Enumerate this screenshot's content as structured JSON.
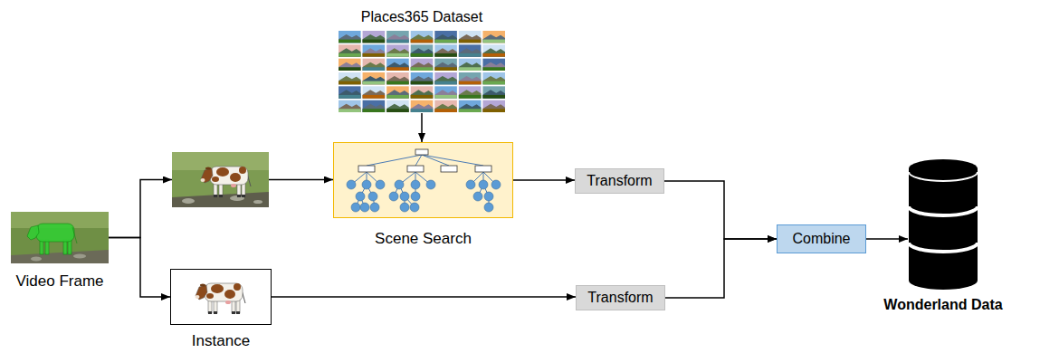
{
  "diagram": {
    "nodes": [
      {
        "text": [
          "Places365 Dataset"
        ]
      },
      {
        "text": [
          "Video Frame"
        ]
      },
      {
        "text": []
      },
      {
        "text": [
          "Scene Search"
        ]
      },
      {
        "text": [
          "Transform"
        ]
      },
      {
        "text": [
          "Instance"
        ]
      },
      {
        "text": [
          "Transform"
        ]
      },
      {
        "text": [
          "Combine"
        ]
      },
      {
        "text": [
          "Wonderland Data"
        ]
      }
    ],
    "edges": [
      {
        "from": 0,
        "to": 3,
        "arrow": "to"
      },
      {
        "from": 1,
        "to": 2,
        "arrow": "to"
      },
      {
        "from": 1,
        "to": 5,
        "arrow": "to"
      },
      {
        "from": 2,
        "to": 3,
        "arrow": "to"
      },
      {
        "from": 3,
        "to": 4,
        "arrow": "to"
      },
      {
        "from": 5,
        "to": 6,
        "arrow": "to"
      },
      {
        "from": 4,
        "to": 7,
        "arrow": "to"
      },
      {
        "from": 6,
        "to": 7,
        "arrow": "to"
      },
      {
        "from": 7,
        "to": 8,
        "arrow": "to"
      }
    ]
  }
}
